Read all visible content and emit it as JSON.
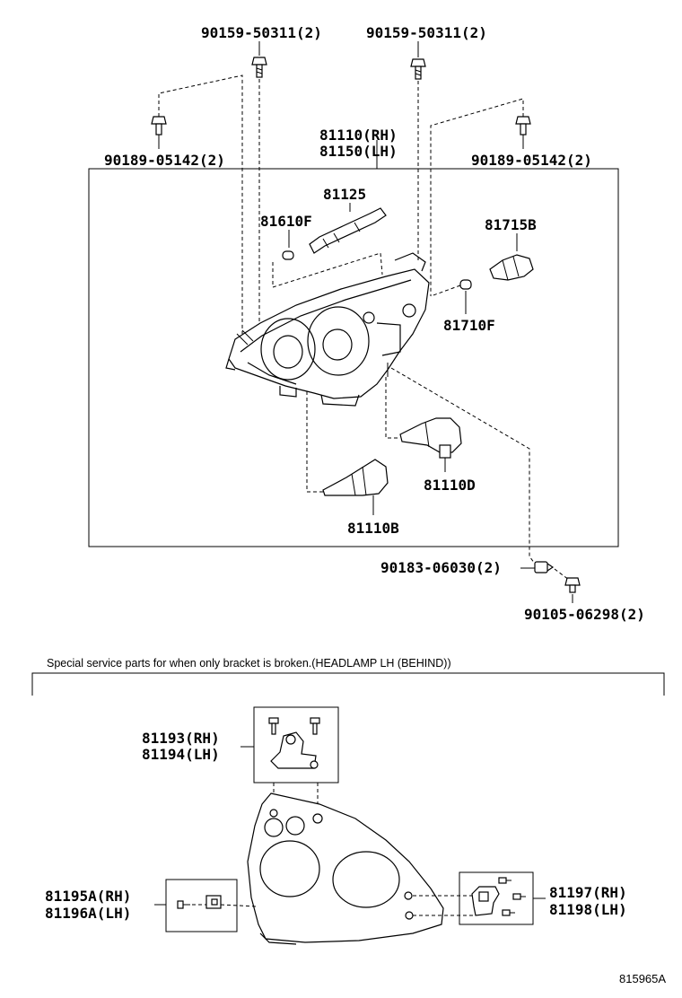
{
  "labels": {
    "bolt_top_left": "90159-50311(2)",
    "bolt_top_right": "90159-50311(2)",
    "screw_left": "90189-05142(2)",
    "screw_right": "90189-05142(2)",
    "headlamp_rh": "81110(RH)",
    "headlamp_lh": "81150(LH)",
    "socket_81125": "81125",
    "bulb_81610f": "81610F",
    "socket_81715b": "81715B",
    "bulb_81710f": "81710F",
    "bulb_81110d": "81110D",
    "bulb_81110b": "81110B",
    "clip_90183": "90183-06030(2)",
    "screw_90105": "90105-06298(2)",
    "bracket_top_rh": "81193(RH)",
    "bracket_top_lh": "81194(LH)",
    "bracket_left_rh": "81195A(RH)",
    "bracket_left_lh": "81196A(LH)",
    "bracket_right_rh": "81197(RH)",
    "bracket_right_lh": "81198(LH)"
  },
  "note": "Special service parts for when only bracket is broken.(HEADLAMP LH (BEHIND))",
  "reference_code": "815965A"
}
